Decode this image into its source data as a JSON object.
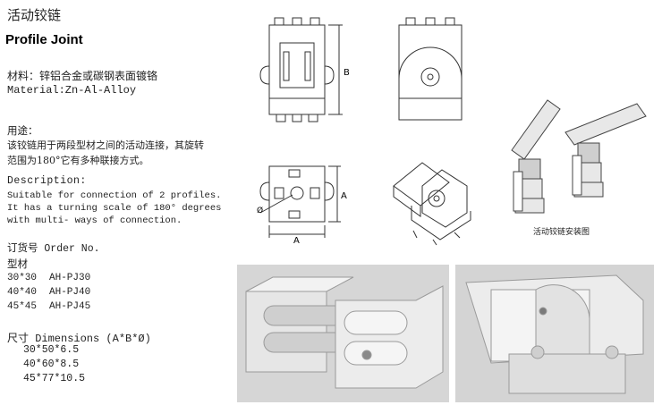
{
  "title_cn": "活动铰链",
  "title_en": "Profile Joint",
  "material_cn": "材料：锌铝合金或碳钢表面镀铬",
  "material_en": "Material:Zn-Al-Alloy",
  "use_heading_cn": "用途：",
  "use_text_cn": "该铰链用于两段型材之间的活动连接，其旋转范围为180°它有多种联接方式。",
  "description_heading": "Description:",
  "description_lines": [
    "Suitable for connection of 2 profiles.",
    "It has a turning scale of 180° degrees",
    "with multi- ways of connection."
  ],
  "order_heading": "订货号  Order No.",
  "type_heading": "型材",
  "orders": [
    {
      "size": "30*30",
      "code": "AH-PJ30"
    },
    {
      "size": "40*40",
      "code": "AH-PJ40"
    },
    {
      "size": "45*45",
      "code": "AH-PJ45"
    }
  ],
  "dimensions_heading": "尺寸 Dimensions (A*B*Ø)",
  "dimensions": [
    "30*50*6.5",
    "40*60*8.5",
    "45*77*10.5"
  ],
  "drawing_labels": {
    "b": "B",
    "a_side": "A",
    "a_bottom": "A",
    "phi": "Ø"
  },
  "install_caption": "活动铰链安装图"
}
